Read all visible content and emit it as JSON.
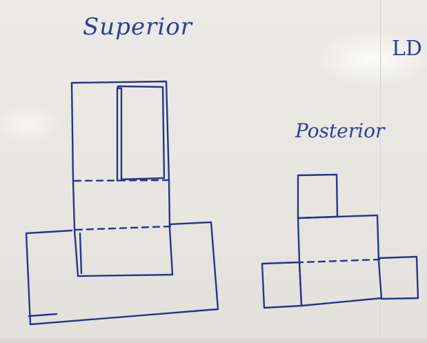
{
  "whiteboard": {
    "superior_label": "Superior",
    "posterior_label": "Posterior",
    "corner_label": "LD",
    "marker_color": "#26358a"
  }
}
